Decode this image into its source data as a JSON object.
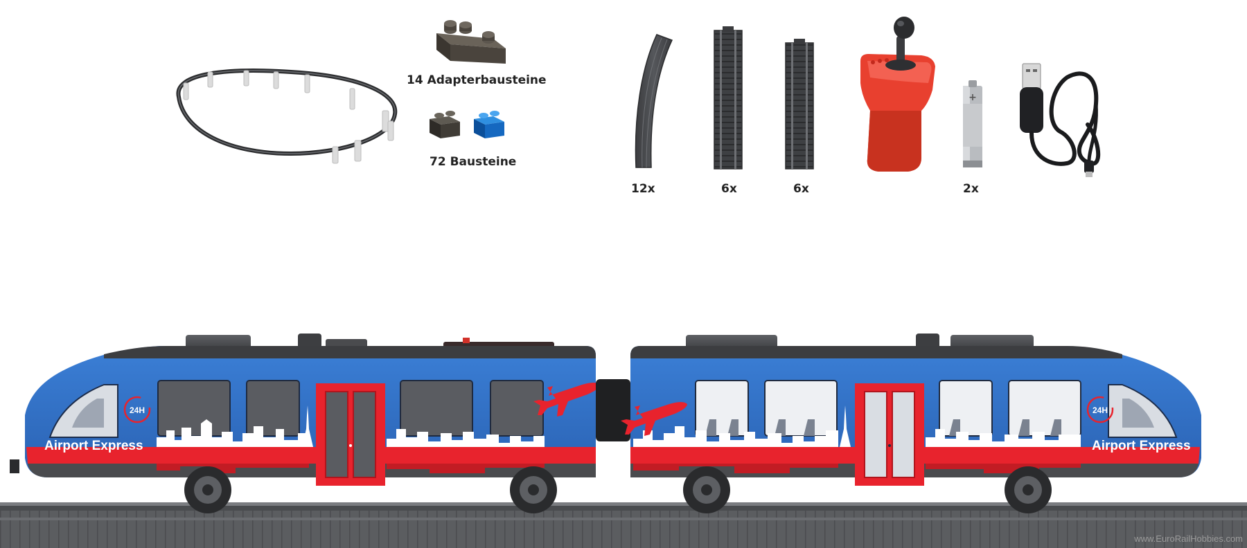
{
  "contents": {
    "adapter_bricks_label": "14 Adapterbausteine",
    "bricks_label": "72 Bausteine",
    "curved_track_qty": "12x",
    "straight_track_a_qty": "6x",
    "straight_track_b_qty": "6x",
    "battery_qty": "2x"
  },
  "train": {
    "livery_text_left": "Airport Express",
    "livery_text_right": "Airport Express",
    "badge_left": "24H",
    "badge_right": "24H",
    "colors": {
      "body_blue": "#2f6fc4",
      "stripe_red": "#e8232d",
      "roof_grey": "#55575a"
    }
  },
  "watermark": "www.EuroRailHobbies.com",
  "icons": [
    "track-oval-icon",
    "adapter-brick-icon",
    "brick-icon",
    "curved-track-icon",
    "straight-track-icon",
    "remote-controller-icon",
    "battery-icon",
    "usb-cable-icon",
    "train-icon",
    "eiffel-tower-icon",
    "airplane-icon"
  ]
}
